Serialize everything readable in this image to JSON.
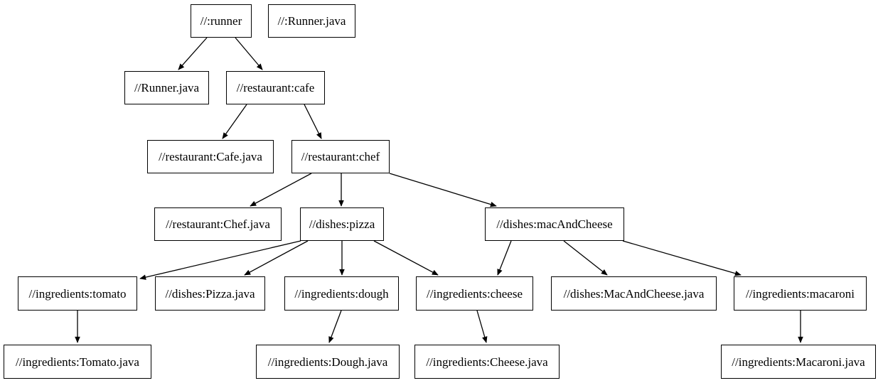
{
  "diagram": {
    "type": "dependency-graph",
    "nodes": [
      {
        "id": "runner",
        "label": "//:runner"
      },
      {
        "id": "runner-java-target",
        "label": "//:Runner.java"
      },
      {
        "id": "runner-java",
        "label": "//Runner.java"
      },
      {
        "id": "cafe",
        "label": "//restaurant:cafe"
      },
      {
        "id": "cafe-java",
        "label": "//restaurant:Cafe.java"
      },
      {
        "id": "chef",
        "label": "//restaurant:chef"
      },
      {
        "id": "chef-java",
        "label": "//restaurant:Chef.java"
      },
      {
        "id": "pizza",
        "label": "//dishes:pizza"
      },
      {
        "id": "mac-and-cheese",
        "label": "//dishes:macAndCheese"
      },
      {
        "id": "tomato",
        "label": "//ingredients:tomato"
      },
      {
        "id": "pizza-java",
        "label": "//dishes:Pizza.java"
      },
      {
        "id": "dough",
        "label": "//ingredients:dough"
      },
      {
        "id": "cheese",
        "label": "//ingredients:cheese"
      },
      {
        "id": "mac-and-cheese-java",
        "label": "//dishes:MacAndCheese.java"
      },
      {
        "id": "macaroni",
        "label": "//ingredients:macaroni"
      },
      {
        "id": "tomato-java",
        "label": "//ingredients:Tomato.java"
      },
      {
        "id": "dough-java",
        "label": "//ingredients:Dough.java"
      },
      {
        "id": "cheese-java",
        "label": "//ingredients:Cheese.java"
      },
      {
        "id": "macaroni-java",
        "label": "//ingredients:Macaroni.java"
      }
    ],
    "edges": [
      {
        "from": "//:runner",
        "to": "//Runner.java"
      },
      {
        "from": "//:runner",
        "to": "//restaurant:cafe"
      },
      {
        "from": "//restaurant:cafe",
        "to": "//restaurant:Cafe.java"
      },
      {
        "from": "//restaurant:cafe",
        "to": "//restaurant:chef"
      },
      {
        "from": "//restaurant:chef",
        "to": "//restaurant:Chef.java"
      },
      {
        "from": "//restaurant:chef",
        "to": "//dishes:pizza"
      },
      {
        "from": "//restaurant:chef",
        "to": "//dishes:macAndCheese"
      },
      {
        "from": "//dishes:pizza",
        "to": "//ingredients:tomato"
      },
      {
        "from": "//dishes:pizza",
        "to": "//dishes:Pizza.java"
      },
      {
        "from": "//dishes:pizza",
        "to": "//ingredients:dough"
      },
      {
        "from": "//dishes:pizza",
        "to": "//ingredients:cheese"
      },
      {
        "from": "//dishes:macAndCheese",
        "to": "//ingredients:cheese"
      },
      {
        "from": "//dishes:macAndCheese",
        "to": "//dishes:MacAndCheese.java"
      },
      {
        "from": "//dishes:macAndCheese",
        "to": "//ingredients:macaroni"
      },
      {
        "from": "//ingredients:tomato",
        "to": "//ingredients:Tomato.java"
      },
      {
        "from": "//ingredients:dough",
        "to": "//ingredients:Dough.java"
      },
      {
        "from": "//ingredients:cheese",
        "to": "//ingredients:Cheese.java"
      },
      {
        "from": "//ingredients:macaroni",
        "to": "//ingredients:Macaroni.java"
      }
    ],
    "colors": {
      "background": "#ffffff",
      "node_fill": "#ffffff",
      "node_border": "#000000",
      "edge": "#000000",
      "text": "#000000"
    }
  }
}
